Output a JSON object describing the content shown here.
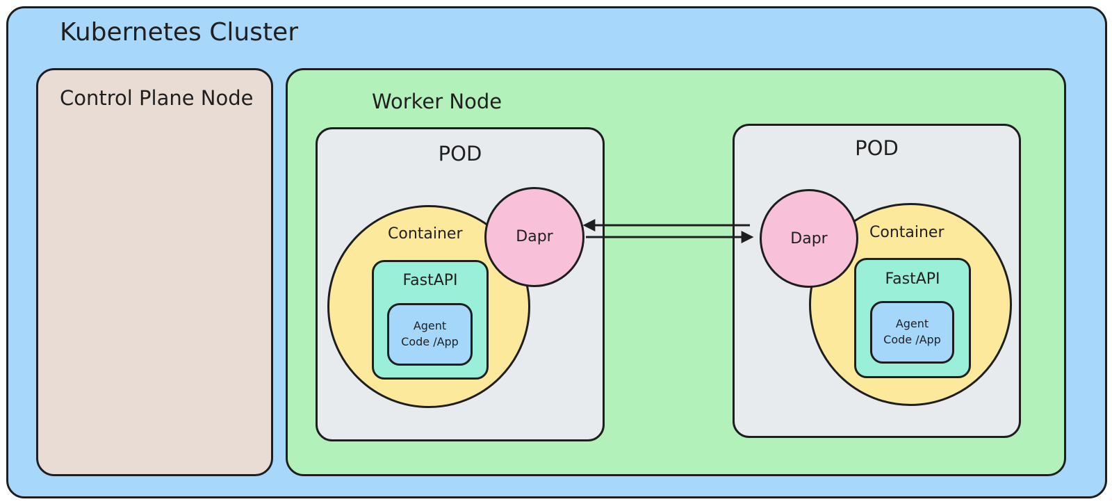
{
  "colors": {
    "cluster": "#a7d7fb",
    "control_plane": "#e9dcd5",
    "worker": "#b3f1bb",
    "pod": "#e8ebee",
    "container": "#fde99b",
    "fastapi": "#99efd7",
    "agent": "#a5d7fb",
    "dapr": "#f9c1d9",
    "stroke": "#1e1e1e"
  },
  "cluster": {
    "label": "Kubernetes Cluster"
  },
  "control_plane": {
    "label": "Control Plane Node"
  },
  "worker": {
    "label": "Worker Node"
  },
  "pods": [
    {
      "label": "POD",
      "container_label": "Container",
      "framework_label": "FastAPI",
      "app_label_line1": "Agent",
      "app_label_line2": "Code /App",
      "sidecar_label": "Dapr"
    },
    {
      "label": "POD",
      "container_label": "Container",
      "framework_label": "FastAPI",
      "app_label_line1": "Agent",
      "app_label_line2": "Code /App",
      "sidecar_label": "Dapr"
    }
  ],
  "connections": [
    {
      "from": "pods.1.sidecar",
      "to": "pods.0.sidecar"
    },
    {
      "from": "pods.0.sidecar",
      "to": "pods.1.sidecar"
    }
  ]
}
